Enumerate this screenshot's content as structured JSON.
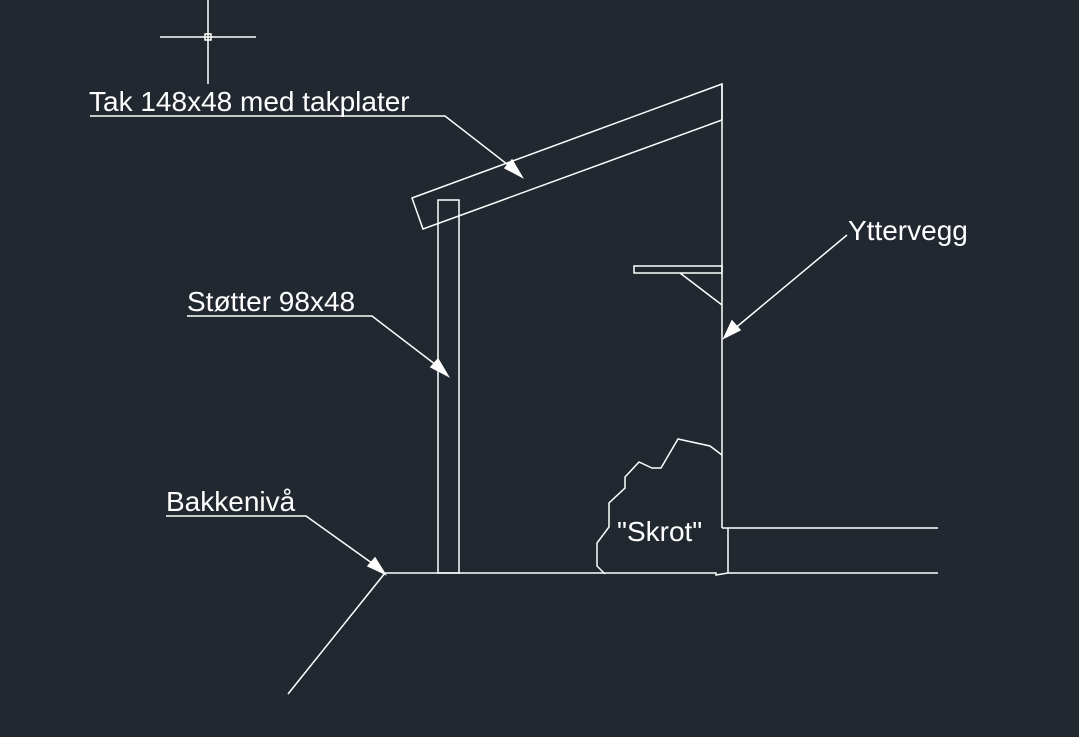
{
  "labels": {
    "roof": "Tak 148x48 med takplater",
    "posts": "Støtter 98x48",
    "outer_wall": "Yttervegg",
    "ground": "Bakkenivå",
    "junk": "\"Skrot\""
  },
  "colors": {
    "background": "#212830",
    "linework": "#ffffff"
  }
}
